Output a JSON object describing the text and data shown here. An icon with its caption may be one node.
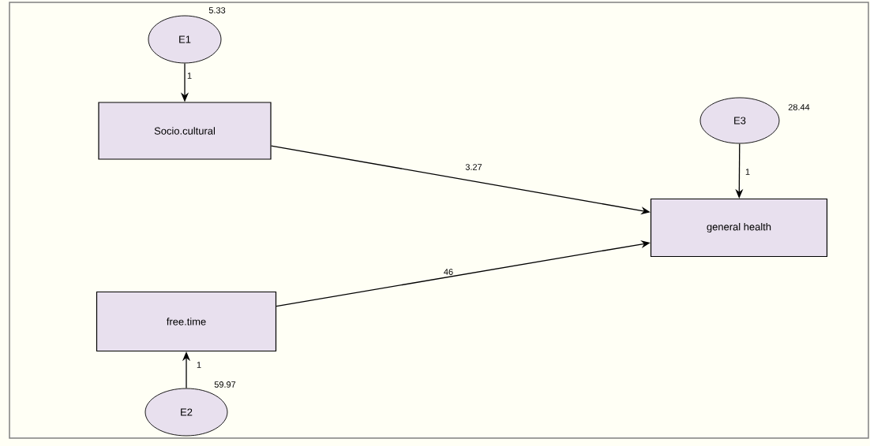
{
  "diagram": {
    "nodes": [
      {
        "text": [
          "E1"
        ],
        "beside": [
          "5.33"
        ]
      },
      {
        "text": [
          "Socio.cultural"
        ]
      },
      {
        "text": [
          "E3"
        ],
        "beside": [
          "28.44"
        ]
      },
      {
        "text": [
          "general health"
        ]
      },
      {
        "text": [
          "free.time"
        ]
      },
      {
        "text": [
          "E2"
        ],
        "beside": [
          "59.97"
        ]
      }
    ],
    "edges": [
      {
        "from": 0,
        "to": 1,
        "arrow": "to",
        "label": "1"
      },
      {
        "from": 1,
        "to": 3,
        "arrow": "to",
        "label": "3.27"
      },
      {
        "from": 2,
        "to": 3,
        "arrow": "to",
        "label": "1"
      },
      {
        "from": 4,
        "to": 3,
        "arrow": "to",
        "label": "46"
      },
      {
        "from": 5,
        "to": 4,
        "arrow": "to",
        "label": "1"
      }
    ]
  }
}
